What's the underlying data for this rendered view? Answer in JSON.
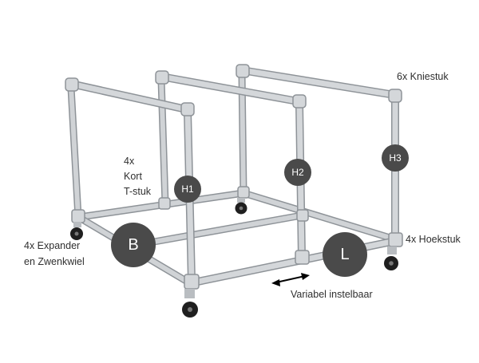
{
  "labels": {
    "knee": "6x Kniestuk",
    "short_t_1": "4x",
    "short_t_2": "Kort",
    "short_t_3": "T-stuk",
    "expander_1": "4x Expander",
    "expander_2": "en Zwenkwiel",
    "corner": "4x Hoekstuk",
    "adjustable": "Variabel instelbaar"
  },
  "badges": {
    "h1": "H1",
    "h2": "H2",
    "h3": "H3",
    "b": "B",
    "l": "L"
  },
  "colors": {
    "pipe": "#c4c8cc",
    "pipe_edge": "#8e9398",
    "fitting": "#d4d7da",
    "wheel": "#1f1f1f",
    "badge": "#4a4a4a",
    "arrow": "#000000"
  }
}
